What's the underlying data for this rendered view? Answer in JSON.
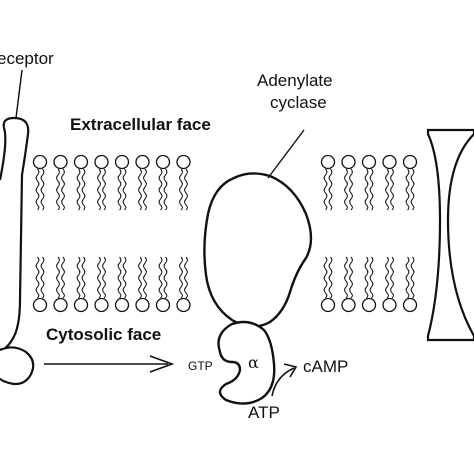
{
  "labels": {
    "receptor": "eceptor",
    "adenylate_line1": "Adenylate",
    "adenylate_line2": "cyclase",
    "extracellular": "Extracellular face",
    "cytosolic": "Cytosolic face",
    "gtp": "GTP",
    "alpha": "α",
    "camp": "cAMP",
    "atp": "ATP"
  },
  "colors": {
    "ink": "#111111",
    "background": "#ffffff"
  }
}
